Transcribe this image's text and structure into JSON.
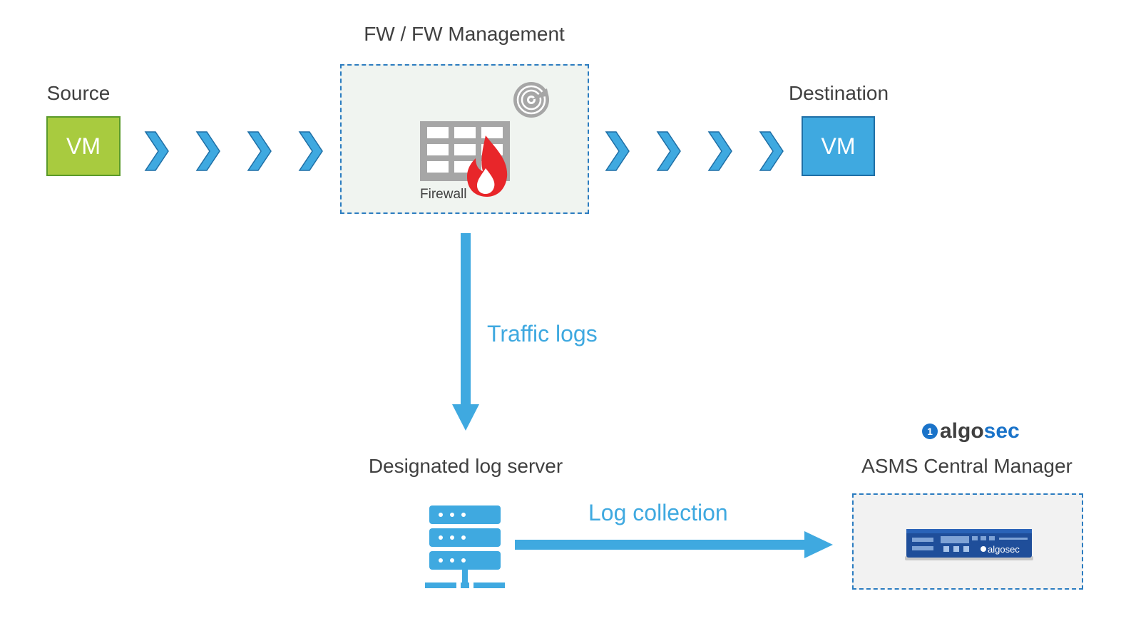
{
  "source": {
    "label": "Source",
    "vm_text": "VM",
    "color": "#a8cb3f"
  },
  "destination": {
    "label": "Destination",
    "vm_text": "VM",
    "color": "#3fa9e0"
  },
  "firewall": {
    "title": "FW / FW Management",
    "caption": "Firewall",
    "icons": [
      "firewall-icon",
      "flame-icon",
      "disc-icon"
    ]
  },
  "flow": {
    "icon": "chevron-right-icon",
    "color": "#3fa9e0"
  },
  "traffic_logs": {
    "label": "Traffic logs"
  },
  "log_server": {
    "label": "Designated log server",
    "icon": "server-icon"
  },
  "log_collection": {
    "label": "Log collection"
  },
  "asms": {
    "brand": "algosec",
    "brand_prefix": "algo",
    "brand_suffix": "sec",
    "label": "ASMS Central Manager",
    "appliance_brand": "algosec",
    "icon": "appliance-icon"
  },
  "colors": {
    "accent": "#3fa9e0",
    "dashed_border": "#2b7cc0",
    "text": "#404040"
  }
}
